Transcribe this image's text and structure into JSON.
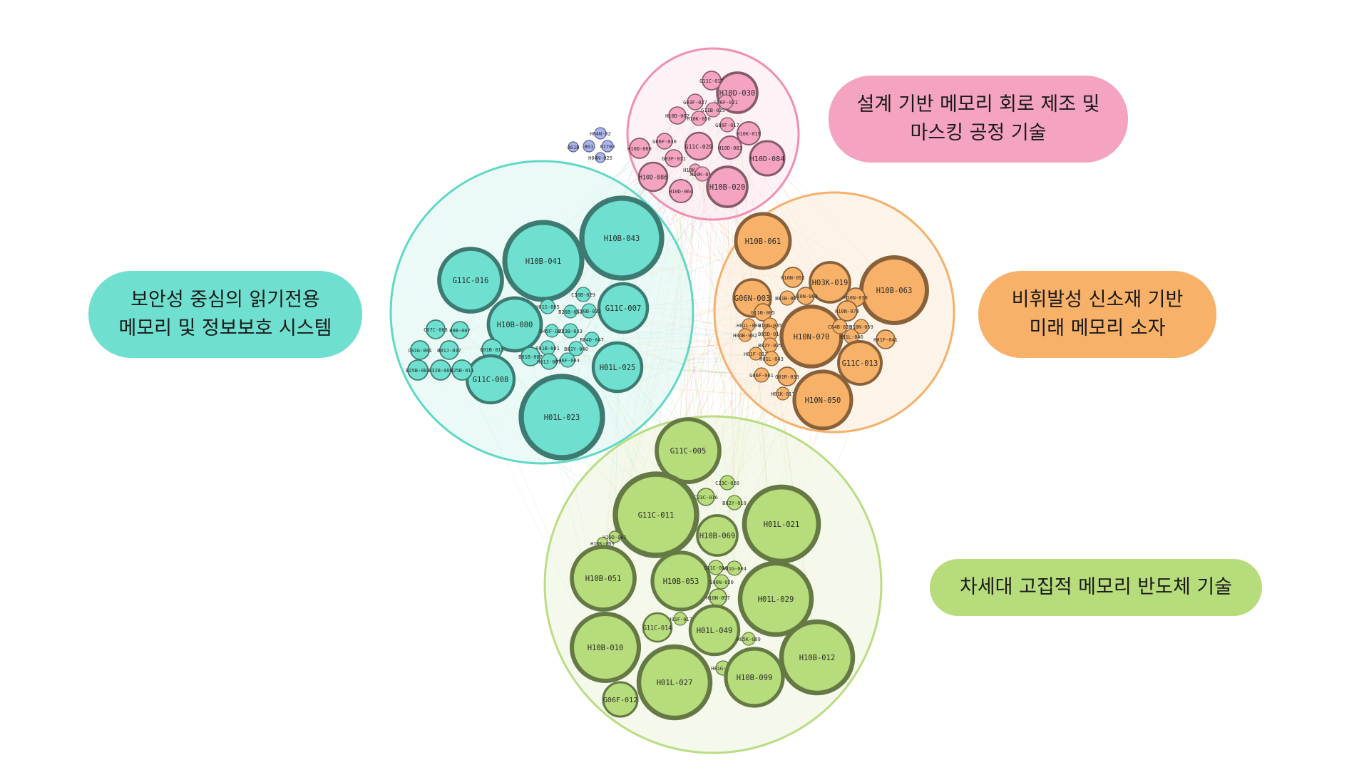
{
  "colors": {
    "pink": "#f4a3c0",
    "pink_ring": "#f08fb2",
    "pink_fill": "#fdeef3",
    "teal": "#6fe0cf",
    "teal_ring": "#5fd8c6",
    "teal_fill": "#e6f8f5",
    "orange": "#f7b169",
    "orange_ring": "#f6b06a",
    "orange_fill": "#fdf1e3",
    "green": "#b7dc7b",
    "green_ring": "#b9dd83",
    "green_fill": "#f1f7e6",
    "blue": "#aab5f0"
  },
  "clusters": [
    {
      "id": "pink",
      "label_lines": [
        "설계 기반 메모리 회로 제조 및",
        "마스킹 공정 기술"
      ],
      "nodes": [
        {
          "label": "H10D-030"
        },
        {
          "label": "G11C-017"
        },
        {
          "label": "G03F-027"
        },
        {
          "label": "G06F-021"
        },
        {
          "label": "G11B-025"
        },
        {
          "label": "H10D-062"
        },
        {
          "label": "H10K-050"
        },
        {
          "label": "G06F-017"
        },
        {
          "label": "H10K-019"
        },
        {
          "label": "G06F-030"
        },
        {
          "label": "H10D-069"
        },
        {
          "label": "G11C-029"
        },
        {
          "label": "H10D-083"
        },
        {
          "label": "H10D-084"
        },
        {
          "label": "G03F-011"
        },
        {
          "label": "H10K-071"
        },
        {
          "label": "H10K-015"
        },
        {
          "label": "H10D-086"
        },
        {
          "label": "H10D-064"
        },
        {
          "label": "H10B-020"
        }
      ]
    },
    {
      "id": "teal",
      "label_lines": [
        "보안성 중심의 읽기전용",
        "메모리 및 정보보호 시스템"
      ],
      "nodes": [
        {
          "label": "H10B-043"
        },
        {
          "label": "H10B-041"
        },
        {
          "label": "G11C-016"
        },
        {
          "label": "G11C-007"
        },
        {
          "label": "C30B-029"
        },
        {
          "label": "H01S-005"
        },
        {
          "label": "B26B-033"
        },
        {
          "label": "C30B-033"
        },
        {
          "label": "H10B-080"
        },
        {
          "label": "B45F-021"
        },
        {
          "label": "B23B-033"
        },
        {
          "label": "B04D-047"
        },
        {
          "label": "C07C-003"
        },
        {
          "label": "B0B-007"
        },
        {
          "label": "C01G-001"
        },
        {
          "label": "B01J-037"
        },
        {
          "label": "G01B-011"
        },
        {
          "label": "B81B-001"
        },
        {
          "label": "B82Y-040"
        },
        {
          "label": "B81B-007"
        },
        {
          "label": "H01J-007"
        },
        {
          "label": "G06F-003"
        },
        {
          "label": "H01L-025"
        },
        {
          "label": "G11C-008"
        },
        {
          "label": "B25B-002"
        },
        {
          "label": "B32B-001"
        },
        {
          "label": "B25B-011"
        },
        {
          "label": "H01L-023"
        }
      ]
    },
    {
      "id": "orange",
      "label_lines": [
        "비휘발성 신소재 기반",
        "미래 메모리 소자"
      ],
      "nodes": [
        {
          "label": "H10B-061"
        },
        {
          "label": "H10B-063"
        },
        {
          "label": "H10N-052"
        },
        {
          "label": "H03K-019"
        },
        {
          "label": "G06N-003"
        },
        {
          "label": "B81B-001"
        },
        {
          "label": "H10N-003"
        },
        {
          "label": "H10N-030"
        },
        {
          "label": "G11B-005"
        },
        {
          "label": "H10N-079"
        },
        {
          "label": "H01L-001"
        },
        {
          "label": "H10N-035"
        },
        {
          "label": "H04B-002"
        },
        {
          "label": "B05D-014"
        },
        {
          "label": "H10N-070"
        },
        {
          "label": "C04B-035"
        },
        {
          "label": "H10N-059"
        },
        {
          "label": "H01L-046"
        },
        {
          "label": "H01F-041"
        },
        {
          "label": "B82Y-025"
        },
        {
          "label": "H01F-017"
        },
        {
          "label": "H01L-043"
        },
        {
          "label": "G11C-013"
        },
        {
          "label": "G06F-001"
        },
        {
          "label": "G01R-033"
        },
        {
          "label": "H01K-017"
        },
        {
          "label": "H10N-050"
        }
      ]
    },
    {
      "id": "green",
      "label_lines": [
        "차세대 고집적 메모리 반도체 기술"
      ],
      "nodes": [
        {
          "label": "G11C-005"
        },
        {
          "label": "C23C-028"
        },
        {
          "label": "C23C-016"
        },
        {
          "label": "B82Y-010"
        },
        {
          "label": "G11C-011"
        },
        {
          "label": "H01L-021"
        },
        {
          "label": "H10B-069"
        },
        {
          "label": "H10D-001"
        },
        {
          "label": "H10K-059"
        },
        {
          "label": "H10B-051"
        },
        {
          "label": "H10B-053"
        },
        {
          "label": "G11C-016"
        },
        {
          "label": "H01G-004"
        },
        {
          "label": "G06N-020"
        },
        {
          "label": "H10N-097"
        },
        {
          "label": "H01L-029"
        },
        {
          "label": "H01F-017"
        },
        {
          "label": "G11C-014"
        },
        {
          "label": "H01L-049"
        },
        {
          "label": "H05K-009"
        },
        {
          "label": "H10B-010"
        },
        {
          "label": "H10B-012"
        },
        {
          "label": "H01G-013"
        },
        {
          "label": "H01L-027"
        },
        {
          "label": "H10B-099"
        },
        {
          "label": "G06F-012"
        }
      ]
    },
    {
      "id": "blue",
      "label_lines": [],
      "nodes": [
        {
          "label": "H04N-02"
        },
        {
          "label": "A61B"
        },
        {
          "label": "B01"
        },
        {
          "label": "01703"
        },
        {
          "label": "H04N-025"
        }
      ]
    }
  ]
}
